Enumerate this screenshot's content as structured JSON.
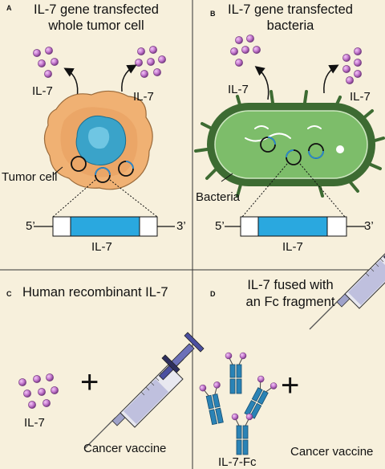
{
  "colors": {
    "background": "#f7f0dc",
    "divider": "#333333",
    "il7_particle": "#c77bd0",
    "tumor_cell": "#f0b173",
    "tumor_nucleus": "#3aa3c9",
    "bacteria_body": "#7dbd6a",
    "bacteria_membrane": "#3d6b32",
    "gene_insert": "#2aa8df",
    "antibody": "#2a83b6",
    "syringe_barrel": "#e8e8f0",
    "syringe_plunger": "#4a4fa0"
  },
  "panels": {
    "a": {
      "letter": "A",
      "title_line1": "IL-7 gene transfected",
      "title_line2": "whole tumor cell",
      "secretion_label_left": "IL-7",
      "secretion_label_right": "IL-7",
      "cell_label": "Tumor cell",
      "construct": {
        "left_end": "5’",
        "right_end": "3’",
        "insert_label": "IL-7"
      }
    },
    "b": {
      "letter": "B",
      "title_line1": "IL-7 gene transfected",
      "title_line2": "bacteria",
      "secretion_label_left": "IL-7",
      "secretion_label_right": "IL-7",
      "cell_label": "Bacteria",
      "construct": {
        "left_end": "5’",
        "right_end": "3’",
        "insert_label": "IL-7"
      }
    },
    "c": {
      "letter": "C",
      "title": "Human recombinant IL-7",
      "particles_label": "IL-7",
      "plus": "+",
      "vaccine_label": "Cancer vaccine"
    },
    "d": {
      "letter": "D",
      "title_line1": "IL-7 fused with",
      "title_line2": "an Fc fragment",
      "fusion_label": "IL-7-Fc",
      "plus": "+",
      "vaccine_label": "Cancer vaccine"
    }
  }
}
